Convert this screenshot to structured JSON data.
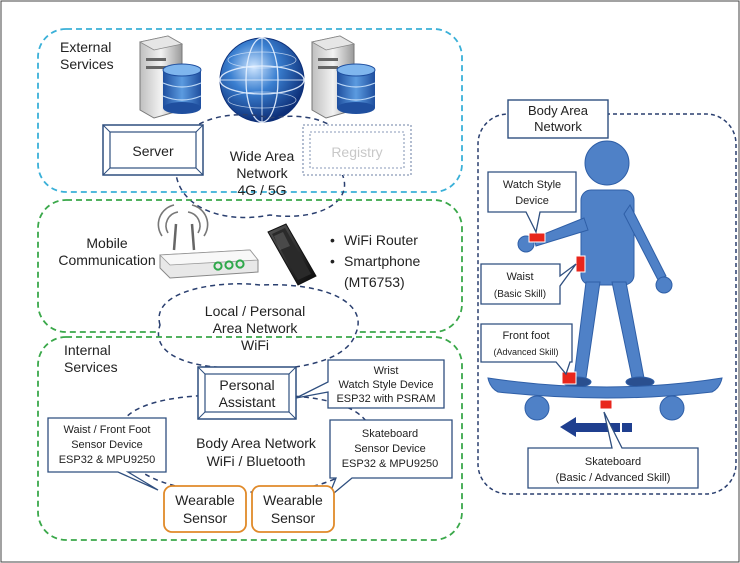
{
  "external": {
    "label_line1": "External",
    "label_line2": "Services",
    "server_label": "Server",
    "registry_label": "Registry",
    "wan_line1": "Wide Area",
    "wan_line2": "Network",
    "wan_line3": "4G / 5G"
  },
  "mobile": {
    "label_line1": "Mobile",
    "label_line2": "Communication",
    "bullet1": "WiFi Router",
    "bullet2": "Smartphone",
    "bullet2_sub": "(MT6753)",
    "lan_line1": "Local / Personal",
    "lan_line2": "Area Network",
    "lan_line3": "WiFi"
  },
  "internal": {
    "label_line1": "Internal",
    "label_line2": "Services",
    "assistant_line1": "Personal",
    "assistant_line2": "Assistant",
    "wrist_line1": "Wrist",
    "wrist_line2": "Watch Style Device",
    "wrist_line3": "ESP32 with PSRAM",
    "waist_line1": "Waist / Front Foot",
    "waist_line2": "Sensor Device",
    "waist_line3": "ESP32 & MPU9250",
    "skate_line1": "Skateboard",
    "skate_line2": "Sensor Device",
    "skate_line3": "ESP32 & MPU9250",
    "ban_line1": "Body Area Network",
    "ban_line2": "WiFi / Bluetooth",
    "wearable1_line1": "Wearable",
    "wearable1_line2": "Sensor",
    "wearable2_line1": "Wearable",
    "wearable2_line2": "Sensor"
  },
  "body_area": {
    "title_line1": "Body Area",
    "title_line2": "Network",
    "watch_line1": "Watch Style",
    "watch_line2": "Device",
    "waist_line1": "Waist",
    "waist_line2": "(Basic Skill)",
    "front_line1": "Front foot",
    "front_line2": "(Advanced Skill)",
    "skateboard_line1": "Skateboard",
    "skateboard_line2": "(Basic / Advanced Skill)"
  },
  "colors": {
    "external_border": "#3ab0d8",
    "mobile_border": "#3aa84a",
    "internal_border": "#3aa84a",
    "box_border": "#2f4f7f",
    "wearable_border": "#e08a2a",
    "figure_fill": "#4f81c7",
    "sensor_fill": "#e8261c",
    "arrow_fill": "#1f3f8f"
  }
}
